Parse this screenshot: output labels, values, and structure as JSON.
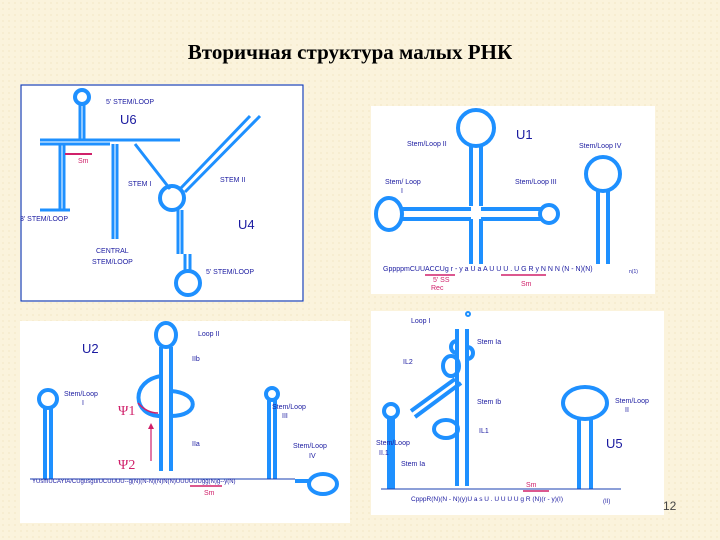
{
  "title": "Вторичная структура малых РНК",
  "page_number": "12",
  "colors": {
    "stem": "#1e90ff",
    "label": "#1a1aa0",
    "sm": "#d0206a",
    "panel": "#ffffff",
    "background": "#fbf3dc"
  },
  "u6u4": {
    "u6": "U6",
    "u4": "U4",
    "stem_loop_5": "5' STEM/LOOP",
    "sm": "Sm",
    "stem_i": "STEM I",
    "stem_ii": "STEM II",
    "stem_loop_3": "3' STEM/LOOP",
    "central": "CENTRAL",
    "central2": "STEM/LOOP",
    "stem_loop_5b": "5' STEM/LOOP"
  },
  "u1": {
    "name": "U1",
    "stem_loop_ii": "Stem/Loop II",
    "stem_loop_iv": "Stem/Loop IV",
    "stem_loop_i": "Stem/ Loop",
    "stem_loop_i2": "I",
    "stem_loop_iii": "Stem/Loop III",
    "sequence": "GppppmCUUACCUg r - y a U a A U U U . U G R y N N N (N - N)(N)",
    "seq_sub": "n(1)",
    "ss": "5' SS",
    "rec": "Rec",
    "sm": "Sm"
  },
  "u2": {
    "name": "U2",
    "loop_ii": "Loop II",
    "iib": "IIb",
    "iia": "IIa",
    "stem_loop_i": "Stem/Loop",
    "stem_loop_i2": "I",
    "stem_loop_iii": "Stem/Loop",
    "stem_loop_iii2": "III",
    "stem_loop_iv": "Stem/Loop",
    "stem_loop_iv2": "IV",
    "psi1": "Ψ1",
    "psi2": "Ψ2",
    "sequence": "YUsmUCAYIA/CUgusgu/UCUUUU--g(N)(N-N)(N)N(N)UUUUUUgg(N)g--y(N)",
    "sm": "Sm"
  },
  "u5": {
    "name": "U5",
    "loop_i": "Loop I",
    "stem_ia": "Stem Ia",
    "il2": "IL2",
    "stem_ib": "Stem Ib",
    "il1": "IL1",
    "stem_loop_ii": "Stem/Loop",
    "stem_loop_ii2": "II",
    "stem_loop_ii_left": "Stem/Loop",
    "stem_loop_ii_left2": "II.1",
    "stem_ia_low": "Stem Ia",
    "sm": "Sm",
    "sequence": "CpppR(N)(N - N)(y)U a s U . U U U U g R (N)(r - y)(I)",
    "seq_sub": "(II)"
  }
}
